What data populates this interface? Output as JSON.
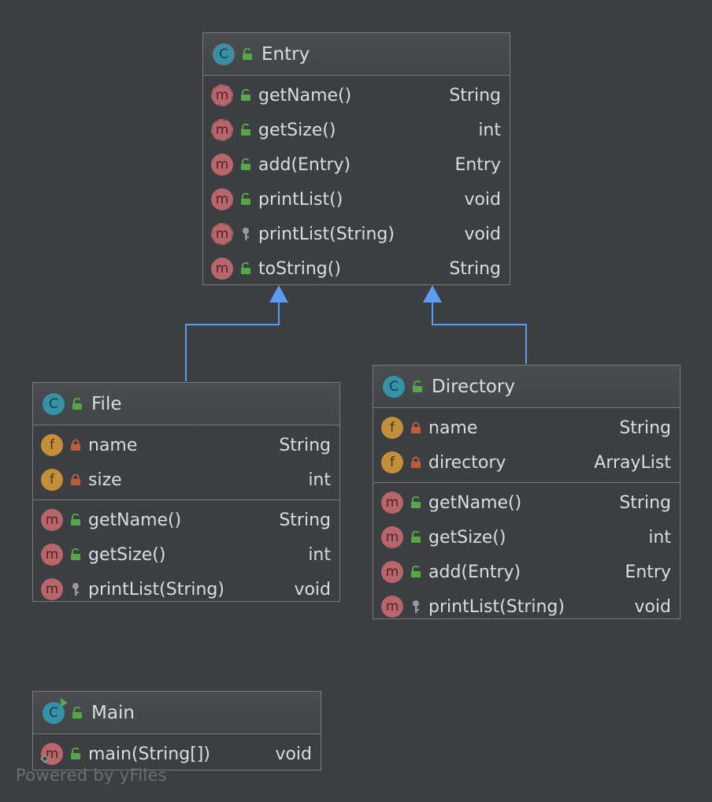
{
  "diagram": {
    "classes": {
      "entry": {
        "name": "Entry",
        "icon": "abstract-class-icon",
        "methods": [
          {
            "name": "getName()",
            "type": "String",
            "icon": "abstract-method-icon",
            "visibility": "public"
          },
          {
            "name": "getSize()",
            "type": "int",
            "icon": "abstract-method-icon",
            "visibility": "public"
          },
          {
            "name": "add(Entry)",
            "type": "Entry",
            "icon": "method-icon",
            "visibility": "public"
          },
          {
            "name": "printList()",
            "type": "void",
            "icon": "method-icon",
            "visibility": "public"
          },
          {
            "name": "printList(String)",
            "type": "void",
            "icon": "abstract-method-icon",
            "visibility": "protected"
          },
          {
            "name": "toString()",
            "type": "String",
            "icon": "method-icon",
            "visibility": "public"
          }
        ]
      },
      "file": {
        "name": "File",
        "icon": "class-icon",
        "fields": [
          {
            "name": "name",
            "type": "String",
            "icon": "field-icon",
            "visibility": "private"
          },
          {
            "name": "size",
            "type": "int",
            "icon": "field-icon",
            "visibility": "private"
          }
        ],
        "methods": [
          {
            "name": "getName()",
            "type": "String",
            "icon": "method-icon",
            "visibility": "public"
          },
          {
            "name": "getSize()",
            "type": "int",
            "icon": "method-icon",
            "visibility": "public"
          },
          {
            "name": "printList(String)",
            "type": "void",
            "icon": "method-icon",
            "visibility": "protected"
          }
        ]
      },
      "directory": {
        "name": "Directory",
        "icon": "class-icon",
        "fields": [
          {
            "name": "name",
            "type": "String",
            "icon": "field-icon",
            "visibility": "private"
          },
          {
            "name": "directory",
            "type": "ArrayList",
            "icon": "field-icon",
            "visibility": "private"
          }
        ],
        "methods": [
          {
            "name": "getName()",
            "type": "String",
            "icon": "method-icon",
            "visibility": "public"
          },
          {
            "name": "getSize()",
            "type": "int",
            "icon": "method-icon",
            "visibility": "public"
          },
          {
            "name": "add(Entry)",
            "type": "Entry",
            "icon": "method-icon",
            "visibility": "public"
          },
          {
            "name": "printList(String)",
            "type": "void",
            "icon": "method-icon",
            "visibility": "protected"
          }
        ]
      },
      "main": {
        "name": "Main",
        "icon": "runnable-class-icon",
        "methods": [
          {
            "name": "main(String[])",
            "type": "void",
            "icon": "method-icon",
            "visibility": "public"
          }
        ]
      }
    },
    "relations": [
      {
        "from": "File",
        "to": "Entry",
        "kind": "inheritance"
      },
      {
        "from": "Directory",
        "to": "Entry",
        "kind": "inheritance"
      }
    ],
    "colors": {
      "background": "#3c3f41",
      "border": "#7a7a7a",
      "arrow": "#5b9bf0",
      "class_badge": "#3592a6",
      "method_badge": "#b9656c",
      "field_badge": "#c38f3a",
      "public": "#57a64a",
      "private": "#c25b3a",
      "protected": "#9a9a9a"
    },
    "footer": "Powered by yFiles"
  }
}
